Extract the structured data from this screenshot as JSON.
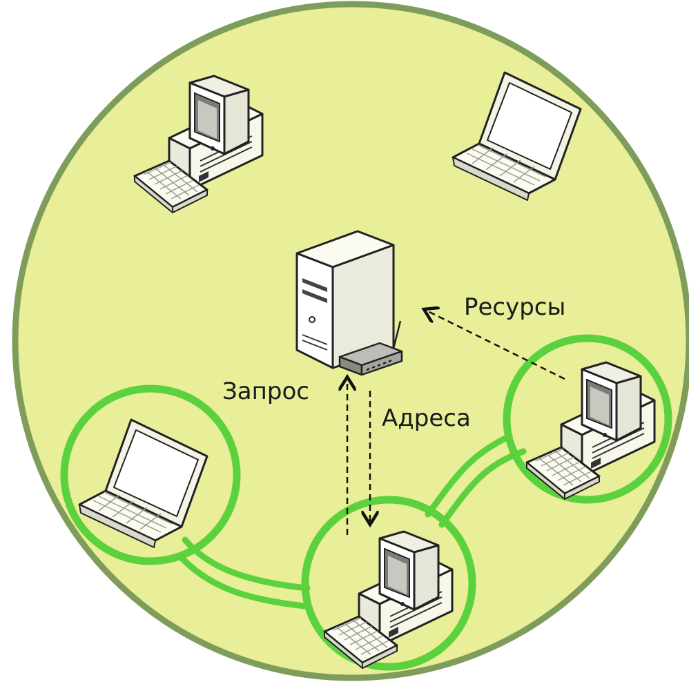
{
  "diagram": {
    "labels": {
      "request": "Запрос",
      "addresses": "Адреса",
      "resources": "Ресурсы"
    },
    "colors": {
      "network_fill": "#e9ee99",
      "network_border": "#7f9d5a",
      "peer_ring": "#5bd23d",
      "arrow": "#111111"
    },
    "nodes": [
      {
        "type": "desktop",
        "role": "idle"
      },
      {
        "type": "laptop",
        "role": "idle"
      },
      {
        "type": "server",
        "role": "central-index"
      },
      {
        "type": "laptop",
        "role": "peer"
      },
      {
        "type": "desktop",
        "role": "peer-requester"
      },
      {
        "type": "desktop",
        "role": "peer"
      }
    ]
  }
}
